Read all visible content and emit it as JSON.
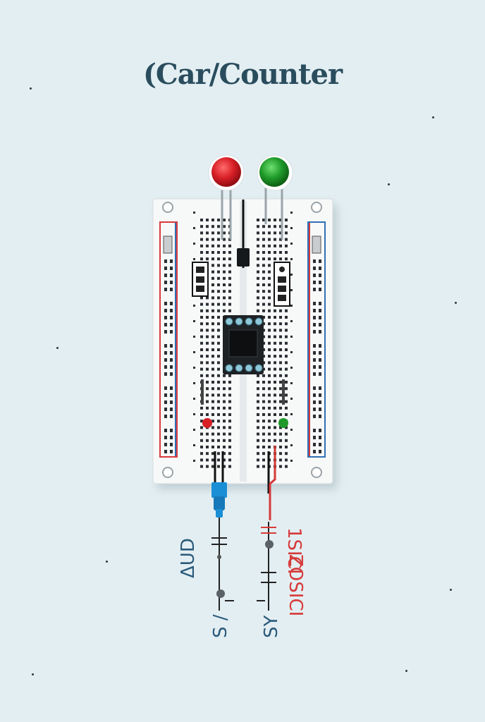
{
  "title": "(Car/Counter",
  "leds": {
    "left": {
      "color": "#d81f26",
      "name": "red-led"
    },
    "right": {
      "color": "#1f9a2a",
      "name": "green-led"
    }
  },
  "colors": {
    "background": "#e3eef2",
    "breadboard": "#f7f8f8",
    "rail_red": "#d93a3a",
    "rail_blue": "#2f6fb4",
    "wire_blue": "#1a8fd6",
    "wire_red": "#d63a3a",
    "chip": "#1e2124",
    "pin": "#8ec7d8"
  },
  "labels": {
    "left_top": "ΔUD",
    "left_bottom": "S /",
    "right_top": "1SICI",
    "right_mid": "ZOSICI",
    "right_bottom": "SY"
  }
}
